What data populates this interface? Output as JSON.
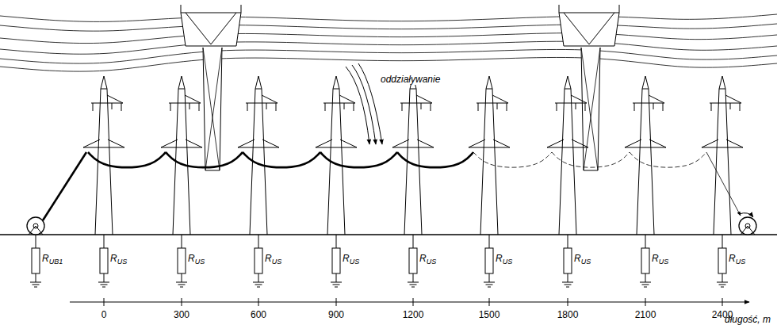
{
  "diagram": {
    "labels": [
      "oddziaływanie",
      "RUB1",
      "RUS",
      "RUS",
      "RUS",
      "RUS",
      "RUS",
      "RUS",
      "RUS",
      "RUS",
      "RUS",
      "0",
      "300",
      "600",
      "900",
      "1200",
      "1500",
      "1800",
      "2100",
      "2400",
      "długość, m"
    ]
  }
}
